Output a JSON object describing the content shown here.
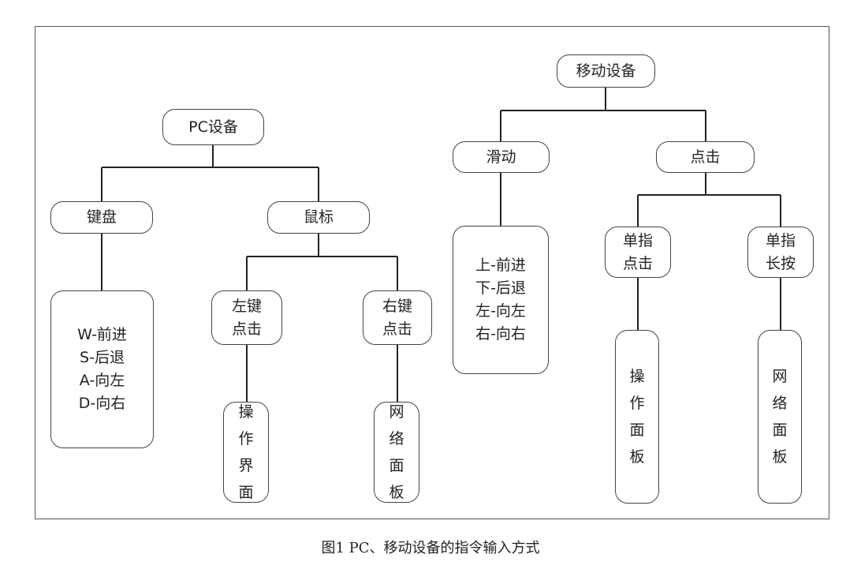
{
  "pc": {
    "root": "PC设备",
    "keyboard": "键盘",
    "mouse": "鼠标",
    "keyboard_keys": "W-前进\nS-后退\nA-向左\nD-向右",
    "left_click": "左键\n点击",
    "right_click": "右键\n点击",
    "left_action": "操\n作\n界\n面",
    "right_action": "网\n络\n面\n板"
  },
  "mobile": {
    "root": "移动设备",
    "swipe": "滑动",
    "tap": "点击",
    "swipe_dirs": "上-前进\n下-后退\n左-向左\n右-向右",
    "single_tap": "单指\n点击",
    "long_press": "单指\n长按",
    "single_tap_action": "操\n作\n面\n板",
    "long_press_action": "网\n络\n面\n板"
  },
  "caption": "图1 PC、移动设备的指令输入方式"
}
